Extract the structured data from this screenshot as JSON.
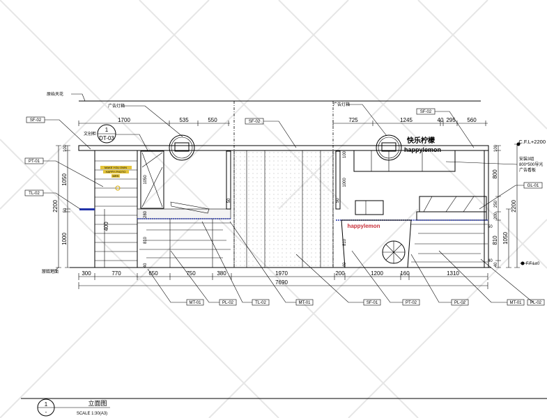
{
  "drawing": {
    "ceiling_label": "原始天花",
    "floor_label": "原始地面",
    "lightbox_label_left": "广告灯箱",
    "lightbox_label_right": "广告灯箱",
    "cabinet_label": "文创柜",
    "detail_ref": {
      "number": "1",
      "sheet": "DT-03"
    },
    "brand_cn": "快乐柠檬",
    "brand_en": "happylemon",
    "counter_brand": "happylemon",
    "cabinet_text": [
      "MAKE YOU OWN",
      "HAPPY PHOTO",
      "MRS"
    ],
    "signboard_note": [
      "安装3组",
      "800*500导光",
      "广告看板"
    ],
    "cfl": "C.F.L+2200",
    "ffl": "F.F.L±0"
  },
  "top_dims_left": [
    "1700",
    "535",
    "550"
  ],
  "top_dims_right": [
    "725",
    "1245",
    "40",
    "295",
    "560"
  ],
  "bottom_dims": [
    "300",
    "770",
    "650",
    "750",
    "380",
    "1970",
    "200",
    "1200",
    "160",
    "1310"
  ],
  "total_dim": "7690",
  "left_vdims": [
    "100",
    "1050",
    "50",
    "1000",
    "2200",
    "400"
  ],
  "inner_vdims": [
    "1050",
    "280",
    "810",
    "40",
    "50",
    "100",
    "1000",
    "50",
    "810",
    "40"
  ],
  "right_vdims": [
    "100",
    "800",
    "250",
    "200",
    "810",
    "40",
    "2200",
    "1050",
    "50",
    "40"
  ],
  "tags_left": [
    "SF-02",
    "PT-01",
    "TL-02"
  ],
  "tags_top": [
    "SF-02",
    "SF-02"
  ],
  "tag_right": "GL-01",
  "tags_bottom": [
    "MT-01",
    "PL-02",
    "TL-02",
    "MT-01",
    "SF-01",
    "PT-02",
    "PL-02",
    "MT-01",
    "PL-02"
  ],
  "title": {
    "number": "1",
    "sub": "-",
    "name": "立面图",
    "scale": "SCALE 1:30(A3)"
  }
}
